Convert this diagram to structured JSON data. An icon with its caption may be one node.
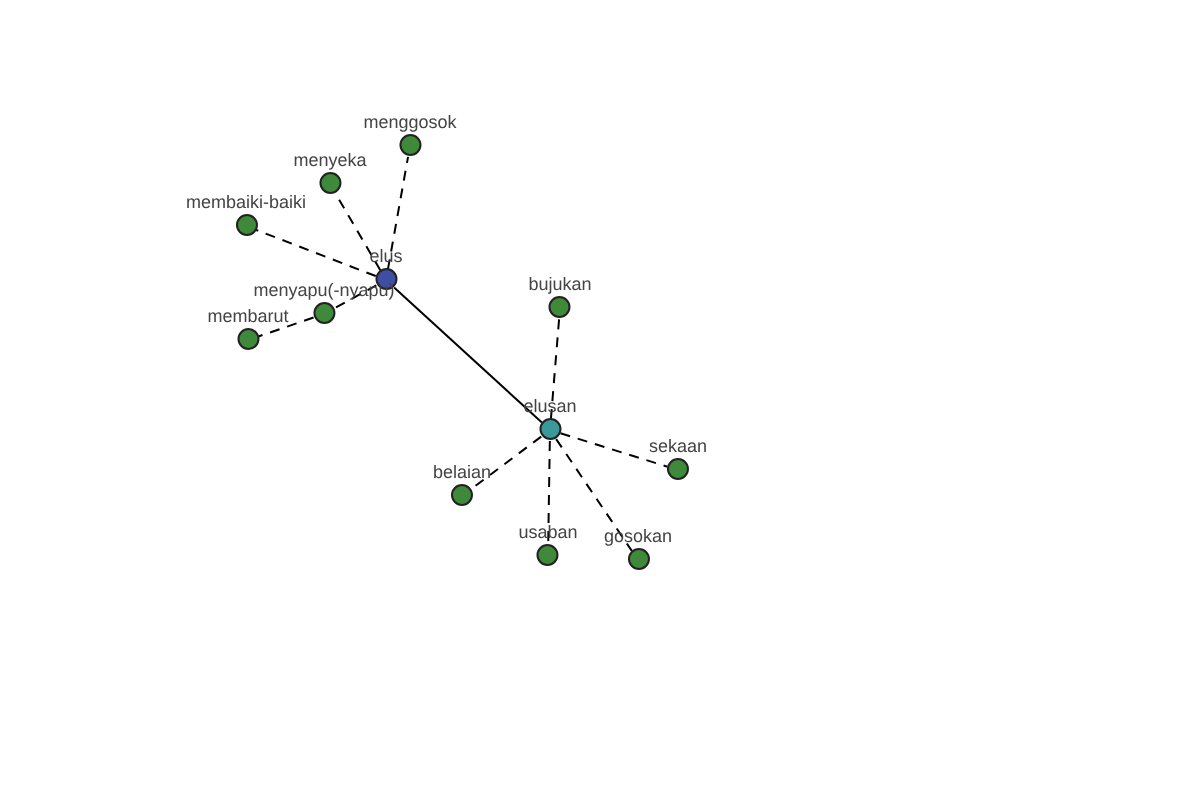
{
  "diagram": {
    "nodes": [
      {
        "text": [
          "elus"
        ]
      },
      {
        "text": [
          "menggosok"
        ]
      },
      {
        "text": [
          "menyeka"
        ]
      },
      {
        "text": [
          "membaiki-baiki"
        ]
      },
      {
        "text": [
          "menyapu(-nyapu)"
        ]
      },
      {
        "text": [
          "membarut"
        ]
      },
      {
        "text": [
          "elusan"
        ]
      },
      {
        "text": [
          "bujukan"
        ]
      },
      {
        "text": [
          "sekaan"
        ]
      },
      {
        "text": [
          "belaian"
        ]
      },
      {
        "text": [
          "usaban"
        ]
      },
      {
        "text": [
          "gosokan"
        ]
      }
    ],
    "edges": [
      {
        "from": 0,
        "to": 1,
        "arrow": "none",
        "style": "dashed"
      },
      {
        "from": 0,
        "to": 2,
        "arrow": "none",
        "style": "dashed"
      },
      {
        "from": 0,
        "to": 3,
        "arrow": "none",
        "style": "dashed"
      },
      {
        "from": 0,
        "to": 4,
        "arrow": "none",
        "style": "dashed"
      },
      {
        "from": 4,
        "to": 5,
        "arrow": "none",
        "style": "dashed"
      },
      {
        "from": 0,
        "to": 6,
        "arrow": "none"
      },
      {
        "from": 6,
        "to": 7,
        "arrow": "none",
        "style": "dashed"
      },
      {
        "from": 6,
        "to": 8,
        "arrow": "none",
        "style": "dashed"
      },
      {
        "from": 6,
        "to": 9,
        "arrow": "none",
        "style": "dashed"
      },
      {
        "from": 6,
        "to": 10,
        "arrow": "none",
        "style": "dashed"
      },
      {
        "from": 6,
        "to": 11,
        "arrow": "none",
        "style": "dashed"
      }
    ]
  }
}
